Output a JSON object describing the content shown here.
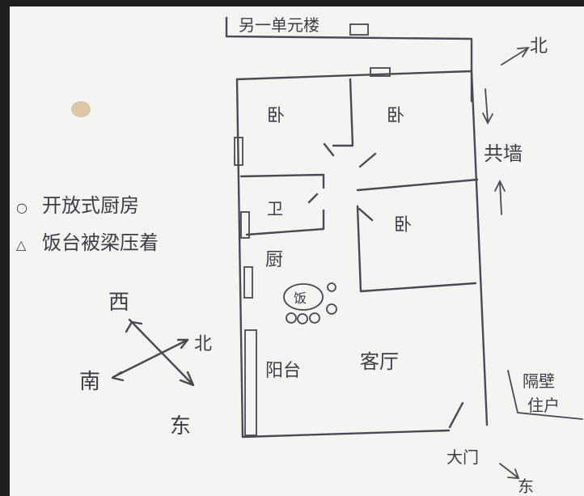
{
  "floorplan": {
    "top_building": "另一单元楼",
    "rooms": {
      "bedroom_nw": "卧",
      "bedroom_ne": "卧",
      "bedroom_mid": "卧",
      "bathroom": "卫",
      "kitchen": "厨",
      "dining": "饭",
      "balcony": "阳台",
      "living_room": "客厅"
    },
    "entrance": "大门",
    "entrance_direction": "东",
    "shared_wall": "共墙",
    "neighbor": [
      "隔壁",
      "住户"
    ]
  },
  "notes": [
    "开放式厨房",
    "饭台被梁压着"
  ],
  "compass": {
    "west": "西",
    "north": "北",
    "south": "南",
    "east": "东"
  },
  "top_right_direction": "北",
  "colors": {
    "paper": "#f4f4f2",
    "ink": "#4a4a52",
    "stain": "#c8a46a"
  }
}
